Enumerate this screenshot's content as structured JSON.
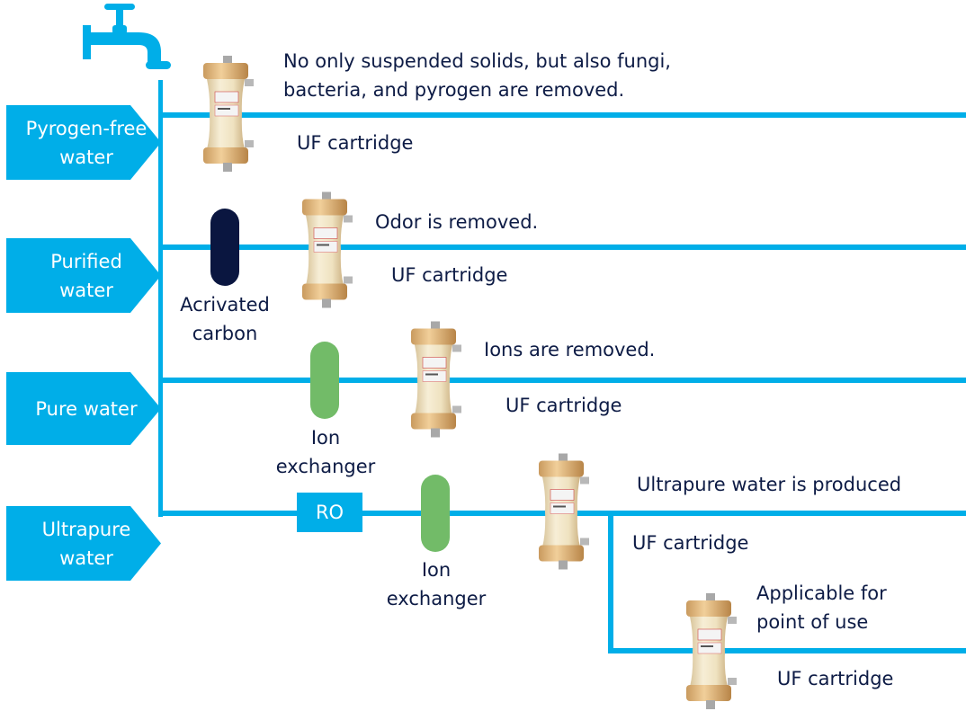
{
  "diagram": {
    "title": "UF cartridge water purification flow",
    "colors": {
      "pipe": "#00aee8",
      "text": "#0d1b45",
      "activated_carbon": "#0a1640",
      "ion_exchanger": "#72bb68",
      "ro": "#00aee8",
      "label_text": "#ffffff"
    },
    "source_icon": "water-faucet-icon",
    "outputs": [
      {
        "label": "Pyrogen-free water"
      },
      {
        "label": "Purified water"
      },
      {
        "label": "Pure water"
      },
      {
        "label": "Ultrapure water"
      }
    ],
    "lines": [
      {
        "description": "No only suspended solids, but also fungi, bacteria, and pyrogen are removed.",
        "description_lines": [
          "No only suspended solids, but also fungi,",
          "bacteria, and pyrogen are removed."
        ],
        "cartridge_label": "UF cartridge"
      },
      {
        "component": "Acrivated carbon",
        "component_lines": [
          "Acrivated",
          "carbon"
        ],
        "description": "Odor is removed.",
        "cartridge_label": "UF cartridge"
      },
      {
        "component": "Ion exchanger",
        "component_lines": [
          "Ion",
          "exchanger"
        ],
        "description": "Ions are removed.",
        "cartridge_label": "UF cartridge"
      },
      {
        "ro_label": "RO",
        "component": "Ion exchanger",
        "component_lines": [
          "Ion",
          "exchanger"
        ],
        "description": "Ultrapure water is produced",
        "cartridge_label": "UF cartridge"
      },
      {
        "description": "Applicable for point of use",
        "description_lines": [
          "Applicable for",
          "point of use"
        ],
        "cartridge_label": "UF cartridge"
      }
    ]
  }
}
